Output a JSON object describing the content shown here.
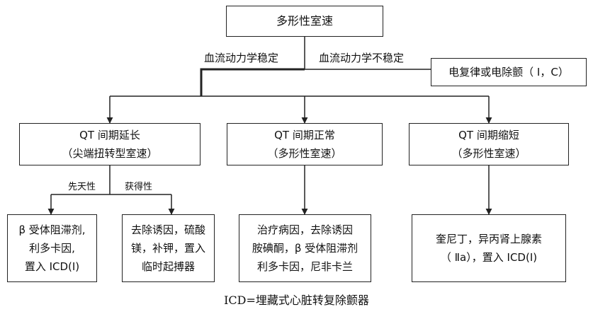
{
  "nodes": {
    "root": "多形性室速",
    "cardioversion": "电复律或电除颤（ Ⅰ，C）",
    "qt_long": {
      "line1": "QT 间期延长",
      "line2": "（尖端扭转型室速）"
    },
    "qt_normal": {
      "line1": "QT 间期正常",
      "line2": "（多形性室速）"
    },
    "qt_short": {
      "line1": "QT 间期缩短",
      "line2": "（多形性室速）"
    },
    "congenital_tx": {
      "line1": "β 受体阻滞剂,",
      "line2": "利多卡因,",
      "line3": "置入 ICD(Ⅰ)"
    },
    "acquired_tx": {
      "line1": "去除诱因，硫酸",
      "line2": "镁，补钾，置入",
      "line3": "临时起搏器"
    },
    "normal_tx": {
      "line1": "治疗病因，去除诱因",
      "line2": "胺碘酮，β 受体阻滞剂",
      "line3": "利多卡因，尼非卡兰"
    },
    "short_tx": {
      "line1": "奎尼丁，异丙肾上腺素",
      "line2": "（ Ⅱa），置入 ICD(Ⅰ)"
    }
  },
  "edge_labels": {
    "stable": "血流动力学稳定",
    "unstable": "血流动力学不稳定",
    "congenital": "先天性",
    "acquired": "获得性"
  },
  "caption": "ICD=埋藏式心脏转复除颤器"
}
